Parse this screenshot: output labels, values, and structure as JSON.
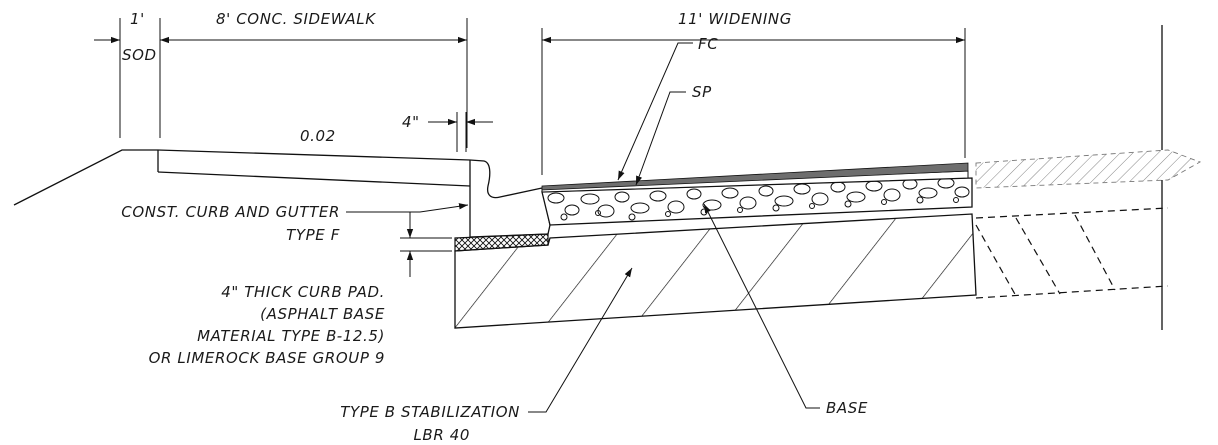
{
  "labels": {
    "sod_width": "1'",
    "sod": "SOD",
    "sidewalk": "8' CONC. SIDEWALK",
    "widening": "11' WIDENING",
    "fc": "FC",
    "sp": "SP",
    "slope": "0.02",
    "curb_offset": "4\"",
    "curb_gutter_1": "CONST. CURB AND GUTTER",
    "curb_gutter_2": "TYPE F",
    "curb_pad_1": "4\" THICK CURB PAD.",
    "curb_pad_2": "(ASPHALT BASE",
    "curb_pad_3": "MATERIAL TYPE B-12.5)",
    "curb_pad_4": "OR LIMEROCK BASE GROUP 9",
    "stabilization_1": "TYPE B STABILIZATION",
    "stabilization_2": "LBR 40",
    "base": "BASE"
  },
  "colors": {
    "line": "#111111",
    "friction_course": "#6e6e6e"
  }
}
